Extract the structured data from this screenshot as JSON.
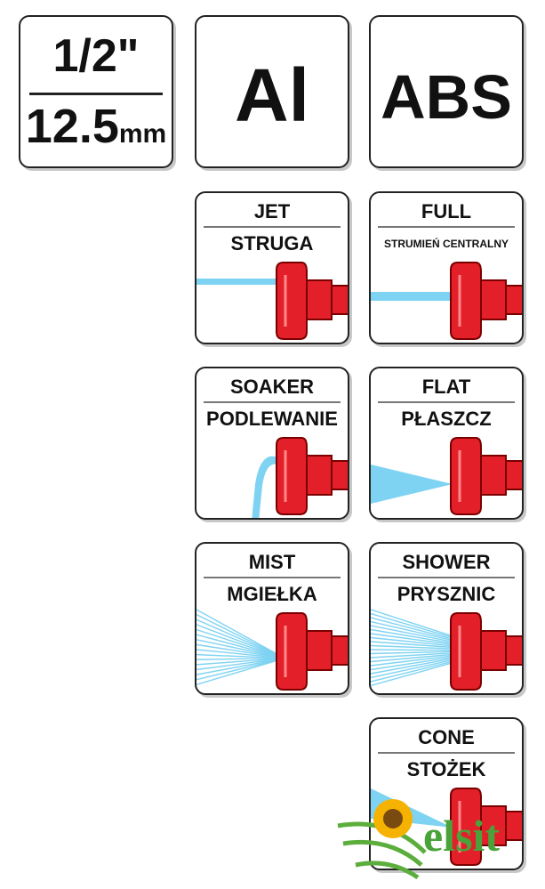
{
  "size": {
    "fraction": "1/2\"",
    "mm_value": "12.5",
    "mm_unit": "mm"
  },
  "material_1": "Al",
  "material_2": "ABS",
  "modes": [
    {
      "en": "JET",
      "pl": "STRUGA",
      "spray": "jet"
    },
    {
      "en": "FULL",
      "pl": "STRUMIEŃ CENTRALNY",
      "spray": "full"
    },
    {
      "en": "SOAKER",
      "pl": "PODLEWANIE",
      "spray": "soaker"
    },
    {
      "en": "FLAT",
      "pl": "PŁASZCZ",
      "spray": "flat"
    },
    {
      "en": "MIST",
      "pl": "MGIEŁKA",
      "spray": "mist"
    },
    {
      "en": "SHOWER",
      "pl": "PRYSZNIC",
      "spray": "shower"
    },
    {
      "en": "CONE",
      "pl": "STOŻEK",
      "spray": "cone"
    }
  ],
  "watermark": "elsit",
  "colors": {
    "nozzle": "#e3202a",
    "water": "#7fd3f2",
    "border": "#222222"
  }
}
